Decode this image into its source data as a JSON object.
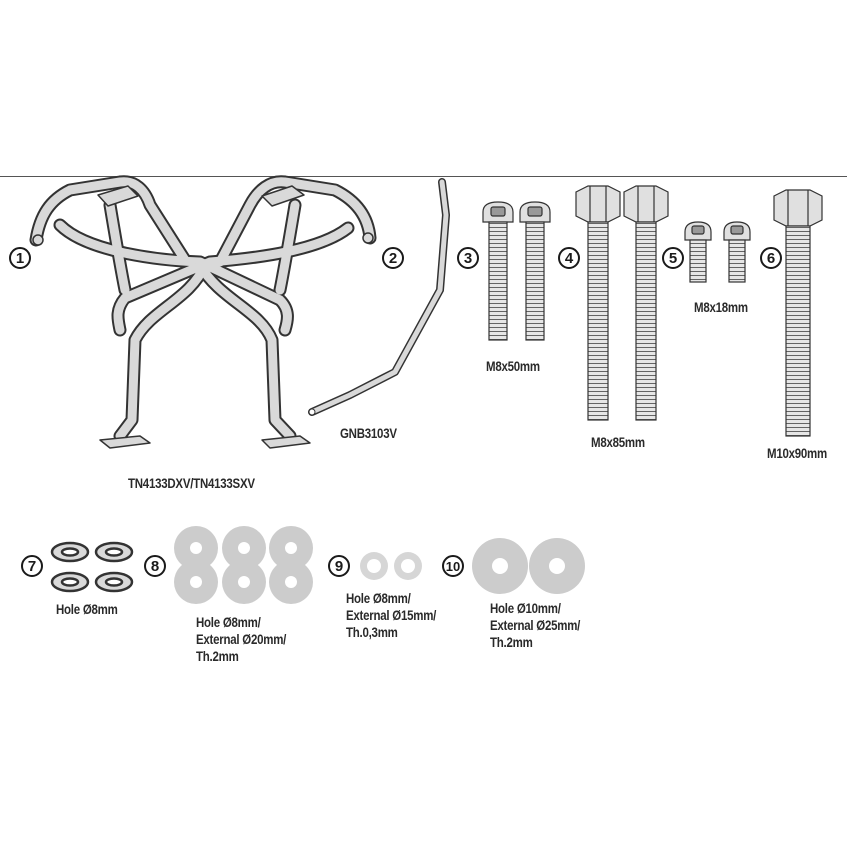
{
  "callouts": [
    "1",
    "2",
    "3",
    "4",
    "5",
    "6",
    "7",
    "8",
    "9",
    "10"
  ],
  "labels": {
    "frame": "TN4133DXV/TN4133SXV",
    "rod": "GNB3103V",
    "bolt3": "M8x50mm",
    "bolt4": "M8x85mm",
    "bolt5": "M8x18mm",
    "bolt6": "M10x90mm",
    "washer7": [
      "Hole Ø8mm"
    ],
    "washer8": [
      "Hole Ø8mm/",
      "External Ø20mm/",
      "Th.2mm"
    ],
    "washer9": [
      "Hole Ø8mm/",
      "External Ø15mm/",
      "Th.0,3mm"
    ],
    "washer10": [
      "Hole Ø10mm/",
      "External Ø25mm/",
      "Th.2mm"
    ]
  },
  "colors": {
    "metal": "#d9d9d9",
    "washer": "#cccccc",
    "outline": "#444444",
    "text": "#2a2a2a"
  }
}
